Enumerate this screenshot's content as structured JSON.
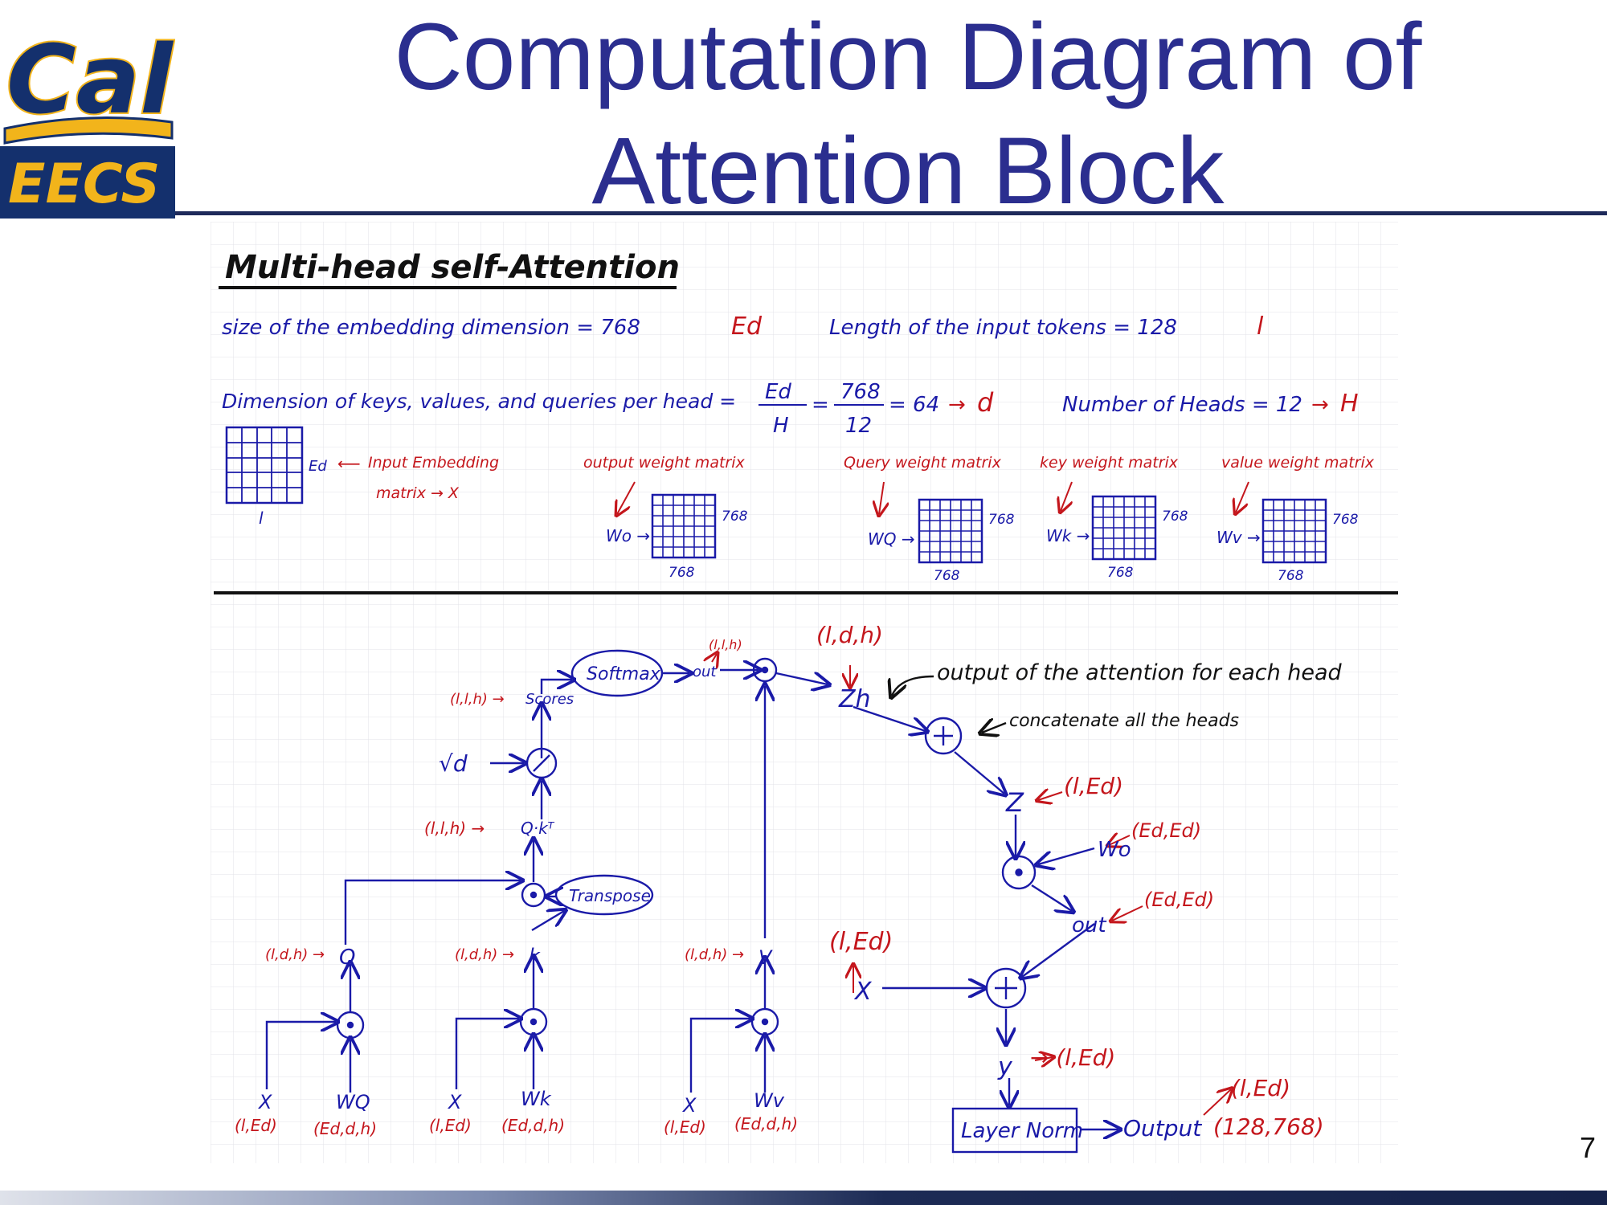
{
  "slide": {
    "title_line1": "Computation Diagram of",
    "title_line2": "Attention Block",
    "page_number": "7",
    "logo_text_top": "Cal",
    "logo_text_bottom": "EECS"
  },
  "colors": {
    "title": "#2b2e8f",
    "ink_blue": "#1a1aa8",
    "ink_red": "#c4161c",
    "ink_black": "#111111",
    "grid": "#e3e3e8",
    "logo_navy": "#14306d",
    "logo_gold": "#f2b41b"
  },
  "notes": {
    "heading": "Multi-head self-Attention",
    "embed_dim": "size of the embedding dimension = 768",
    "embed_sym": "Ed",
    "token_len": "Length of the input tokens = 128",
    "token_sym": "l",
    "head_dim_prefix": "Dimension of keys, values, and queries per head =",
    "frac1_num": "Ed",
    "frac1_den": "H",
    "frac2_num": "768",
    "frac2_den": "12",
    "head_dim_result": "= 64",
    "head_dim_sym": "d",
    "num_heads": "Number of Heads = 12",
    "num_heads_sym": "H"
  },
  "matrices": {
    "input_side": "Ed",
    "input_bottom": "l",
    "input_label": "Input Embedding",
    "input_label2": "matrix → X",
    "wo_caption": "output weight matrix",
    "wo_name": "Wo →",
    "wq_caption": "Query weight matrix",
    "wq_name": "WQ →",
    "wk_caption": "key weight matrix",
    "wk_name": "Wk →",
    "wv_caption": "value weight matrix",
    "wv_name": "Wv →",
    "dim": "768"
  },
  "diagram": {
    "softmax": "Softmax",
    "transpose": "Transpose",
    "scores": "Scores",
    "scores_shape": "(l,l,h) →",
    "out_shape_top": "(l,l,h)",
    "out_label": "out",
    "sqrt_d": "√d",
    "qk": "Q·kᵀ",
    "qk_shape": "(l,l,h) →",
    "zh_shape": "(l,d,h)",
    "zh": "Zh",
    "zh_note": "output of the attention for each head",
    "concat_note": "concatenate all the heads",
    "z": "Z",
    "z_shape": "(l,Ed)",
    "wo": "Wo",
    "wo_shape": "(Ed,Ed)",
    "out2": "out",
    "out2_shape": "(Ed,Ed)",
    "x_shape": "(l,Ed)",
    "x": "X",
    "y": "y",
    "y_shape": "→ (l,Ed)",
    "layernorm": "Layer Norm",
    "output": "Output",
    "output_shape1": "(l,Ed)",
    "output_shape2": "(128,768)",
    "q": "Q",
    "q_shape": "(l,d,h) →",
    "k": "k",
    "k_shape": "(l,d,h) →",
    "v": "V",
    "v_shape": "(l,d,h) →",
    "xq": "X",
    "xq_shape": "(l,Ed)",
    "wq": "WQ",
    "wq_shape": "(Ed,d,h)",
    "xk": "X",
    "xk_shape": "(l,Ed)",
    "wk": "Wk",
    "wk_shape": "(Ed,d,h)",
    "xv": "X",
    "xv_shape": "(l,Ed)",
    "wv": "Wv",
    "wv_shape": "(Ed,d,h)"
  }
}
